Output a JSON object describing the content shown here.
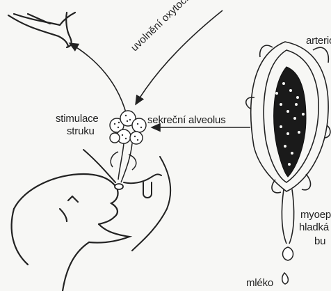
{
  "labels": {
    "oxytocin": "uvolnění oxytocinu",
    "stimulace": "stimulace",
    "struku": "struku",
    "alveolus": "sekreční alveolus",
    "arteriola": "arteriola",
    "myoepi": "myoepi",
    "hladka": "hladká",
    "bunka": "bu",
    "mleko": "mléko"
  }
}
